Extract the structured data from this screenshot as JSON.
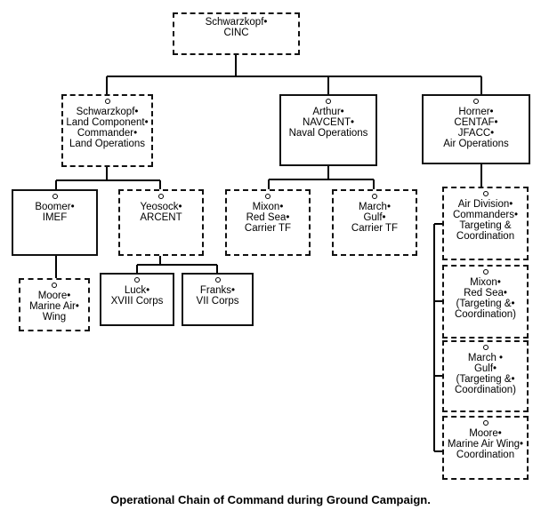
{
  "boxes": {
    "cinc": [
      "Schwarzkopf•",
      "CINC"
    ],
    "land": [
      "Schwarzkopf•",
      "Land Component•",
      "Commander•",
      "Land Operations"
    ],
    "naval": [
      "Arthur•",
      "NAVCENT•",
      "Naval Operations"
    ],
    "air": [
      "Horner•",
      "CENTAF•",
      "JFACC•",
      "Air Operations"
    ],
    "imef": [
      "Boomer•",
      "IMEF"
    ],
    "arcent": [
      "Yeosock•",
      "ARCENT"
    ],
    "mixon_red_sea": [
      "Mixon•",
      "Red Sea•",
      "Carrier TF"
    ],
    "march_gulf": [
      "March•",
      "Gulf•",
      "Carrier TF"
    ],
    "air_division": [
      "Air Division•",
      "Commanders•",
      "Targeting &",
      "Coordination"
    ],
    "marine_air": [
      "Moore•",
      "Marine Air•",
      "Wing"
    ],
    "xviii": [
      "Luck•",
      "XVIII Corps"
    ],
    "vii": [
      "Franks•",
      "VII Corps"
    ],
    "mixon_targeting": [
      "Mixon•",
      "Red Sea•",
      "(Targeting &•",
      "Coordination)"
    ],
    "march_targeting": [
      "March •",
      "Gulf•",
      "(Targeting &•",
      "Coordination)"
    ],
    "moore_coordination": [
      "Moore•",
      "Marine Air Wing•",
      "Coordination"
    ]
  },
  "caption": "Operational Chain of Command during Ground Campaign."
}
